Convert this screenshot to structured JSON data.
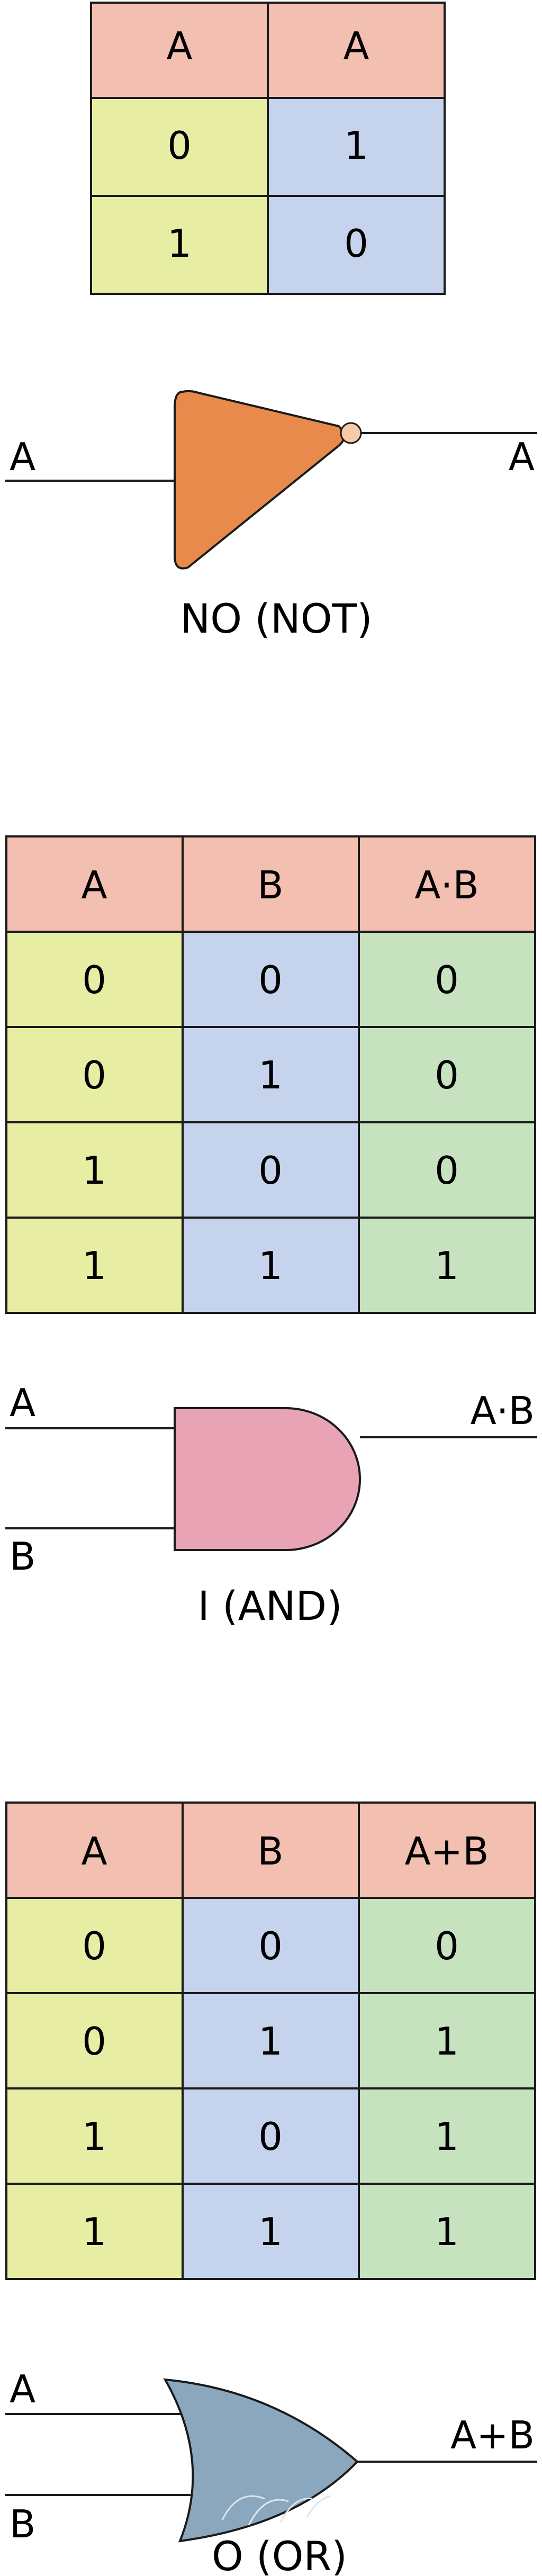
{
  "colors": {
    "header": "#f2bfb1",
    "col_a": "#e8eda4",
    "col_b": "#c5d3ec",
    "col_out": "#c7e2bf",
    "not_gate": "#e88a4c",
    "and_gate": "#e8a4b5",
    "or_gate": "#8aa7bd",
    "line": "#1a1a1a"
  },
  "not_section": {
    "table": {
      "headers": [
        "A",
        "A"
      ],
      "rows": [
        [
          "0",
          "1"
        ],
        [
          "1",
          "0"
        ]
      ]
    },
    "gate": {
      "input_label": "A",
      "output_label": "A",
      "caption": "NO (NOT)",
      "icon": "not-gate-icon"
    }
  },
  "and_section": {
    "table": {
      "headers": [
        "A",
        "B",
        "A·B"
      ],
      "rows": [
        [
          "0",
          "0",
          "0"
        ],
        [
          "0",
          "1",
          "0"
        ],
        [
          "1",
          "0",
          "0"
        ],
        [
          "1",
          "1",
          "1"
        ]
      ]
    },
    "gate": {
      "input_a_label": "A",
      "input_b_label": "B",
      "output_label": "A·B",
      "caption": "I (AND)",
      "icon": "and-gate-icon"
    }
  },
  "or_section": {
    "table": {
      "headers": [
        "A",
        "B",
        "A+B"
      ],
      "rows": [
        [
          "0",
          "0",
          "0"
        ],
        [
          "0",
          "1",
          "1"
        ],
        [
          "1",
          "0",
          "1"
        ],
        [
          "1",
          "1",
          "1"
        ]
      ]
    },
    "gate": {
      "input_a_label": "A",
      "input_b_label": "B",
      "output_label": "A+B",
      "caption": "O (OR)",
      "icon": "or-gate-icon"
    }
  }
}
